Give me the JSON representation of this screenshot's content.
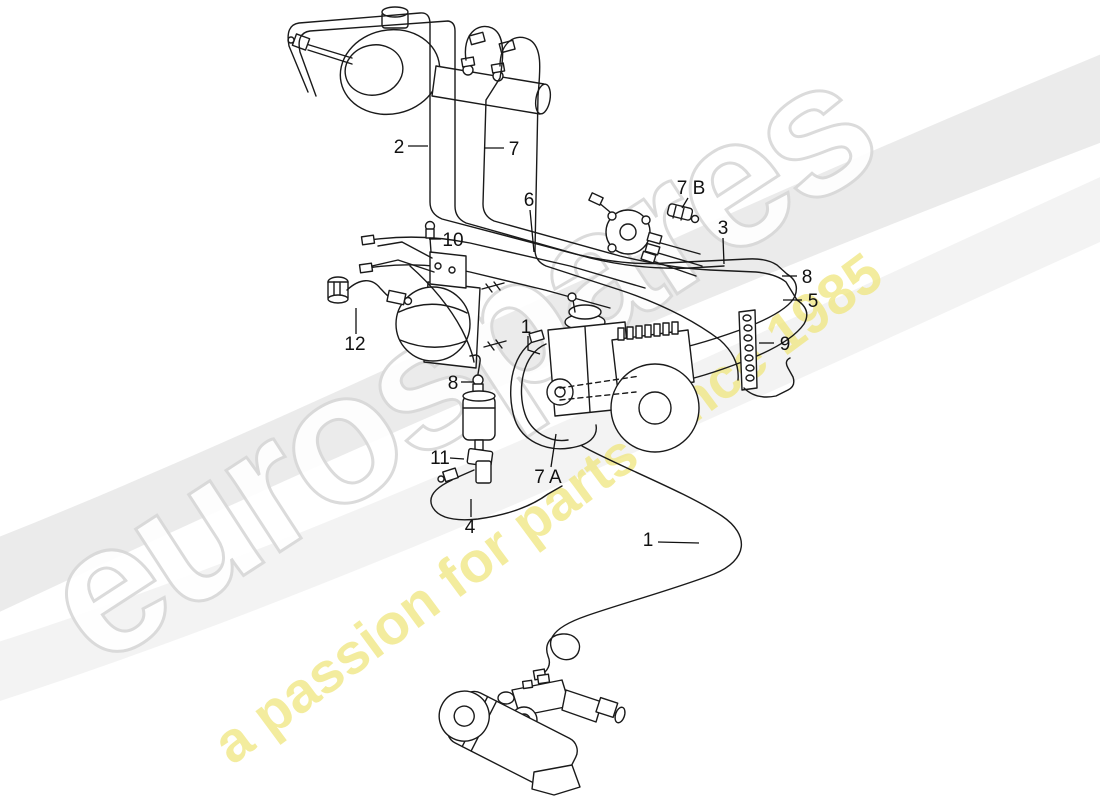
{
  "watermark": {
    "brand": "eurospares",
    "tagline": "a passion for parts since 1985",
    "brand_fill": "#ffffff",
    "brand_outline": "#d8d8d8",
    "tagline_color": "#f0e783",
    "swoosh_color": "#ebebeb"
  },
  "diagram": {
    "type": "parts-diagram",
    "subject": "brake-lines-and-hydraulic-system",
    "line_color": "#1a1a1a",
    "background": "#ffffff",
    "callouts": [
      {
        "label": "2"
      },
      {
        "label": "7"
      },
      {
        "label": "6"
      },
      {
        "label": "7 B"
      },
      {
        "label": "3"
      },
      {
        "label": "8"
      },
      {
        "label": "5"
      },
      {
        "label": "9"
      },
      {
        "label": "10"
      },
      {
        "label": "12"
      },
      {
        "label": "1"
      },
      {
        "label": "8"
      },
      {
        "label": "11"
      },
      {
        "label": "7 A"
      },
      {
        "label": "4"
      },
      {
        "label": "1"
      }
    ],
    "components": [
      "brake-master-cylinder-with-booster",
      "brake-fluid-reservoir",
      "brake-pressure-lines",
      "pressure-regulator",
      "plug-fitting",
      "bleeder-valve",
      "pressure-accumulator",
      "pressure-warning-switch",
      "inline-filter",
      "check-valve",
      "retaining-bracket",
      "abs-hydraulic-unit",
      "hydraulic-pump-with-motor",
      "pigtail-brake-line"
    ]
  }
}
